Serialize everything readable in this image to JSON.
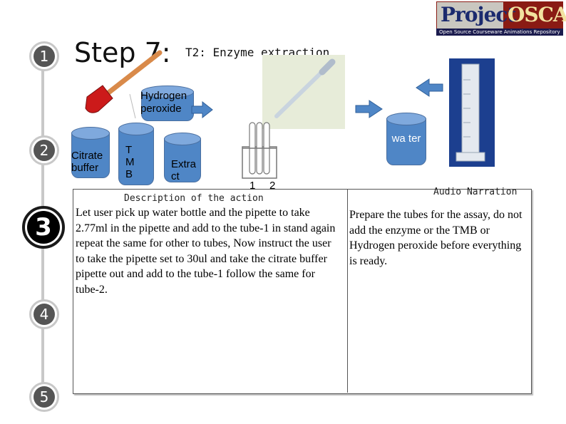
{
  "header": {
    "title": "Step 7:",
    "subtitle": "T2: Enzyme extraction"
  },
  "logo": {
    "word1": "Project",
    "word2": "OSCAR",
    "tagline": "Open Source Courseware Animations Repository"
  },
  "steps": [
    {
      "label": "1",
      "active": false
    },
    {
      "label": "2",
      "active": false
    },
    {
      "label": "3",
      "active": true
    },
    {
      "label": "4",
      "active": false
    },
    {
      "label": "5",
      "active": false
    }
  ],
  "scene": {
    "hydrogen_peroxide": "Hydrogen peroxide",
    "citrate_buffer": "Citrate buffer",
    "tmb": "T M B",
    "extract": "Extra ct",
    "water": "wa ter",
    "tube_labels": [
      "1",
      "2"
    ]
  },
  "table": {
    "description_header": "Description of the action",
    "audio_header": "Audio Narration",
    "description_text": "Let user pick up water bottle and the pipette to take 2.77ml in the pipette and add to the tube-1 in stand again repeat the same for other to tubes, Now instruct the user to take the pipette set to 30ul and take the citrate buffer pipette out and add to the tube-1 follow the same for tube-2.",
    "audio_text": "Prepare the tubes for the assay, do not add the enzyme or the TMB or Hydrogen peroxide before everything is ready."
  },
  "colors": {
    "beaker_fill": "#4f86c6",
    "logo_red": "#8a1b14",
    "logo_navy": "#1b2a6e",
    "step_active": "#000000",
    "step_inactive": "#555555"
  }
}
